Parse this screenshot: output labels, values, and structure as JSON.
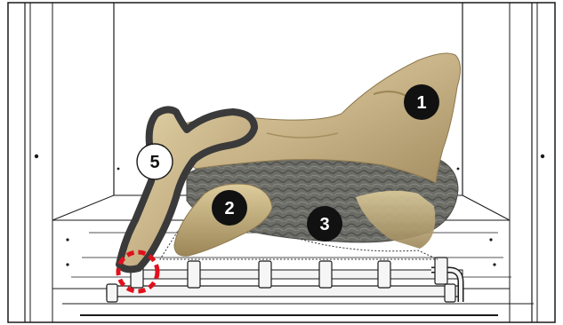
{
  "callouts": [
    {
      "id": "log-1",
      "label": "1",
      "style": "dark"
    },
    {
      "id": "log-2",
      "label": "2",
      "style": "dark"
    },
    {
      "id": "log-3",
      "label": "3",
      "style": "dark"
    },
    {
      "id": "log-5",
      "label": "5",
      "style": "light"
    }
  ],
  "colors": {
    "callout_dark": "#111111",
    "callout_light": "#ffffff",
    "highlight_outline": "#3a3a3a",
    "marker_dashed": "#e0101c",
    "log_tan": "#c8b488",
    "log_grey": "#6d6d68",
    "frame_line": "#1a1a1a"
  },
  "icons": {
    "highlighted_log": "log-outline-highlight",
    "position_marker": "dashed-circle-marker"
  }
}
